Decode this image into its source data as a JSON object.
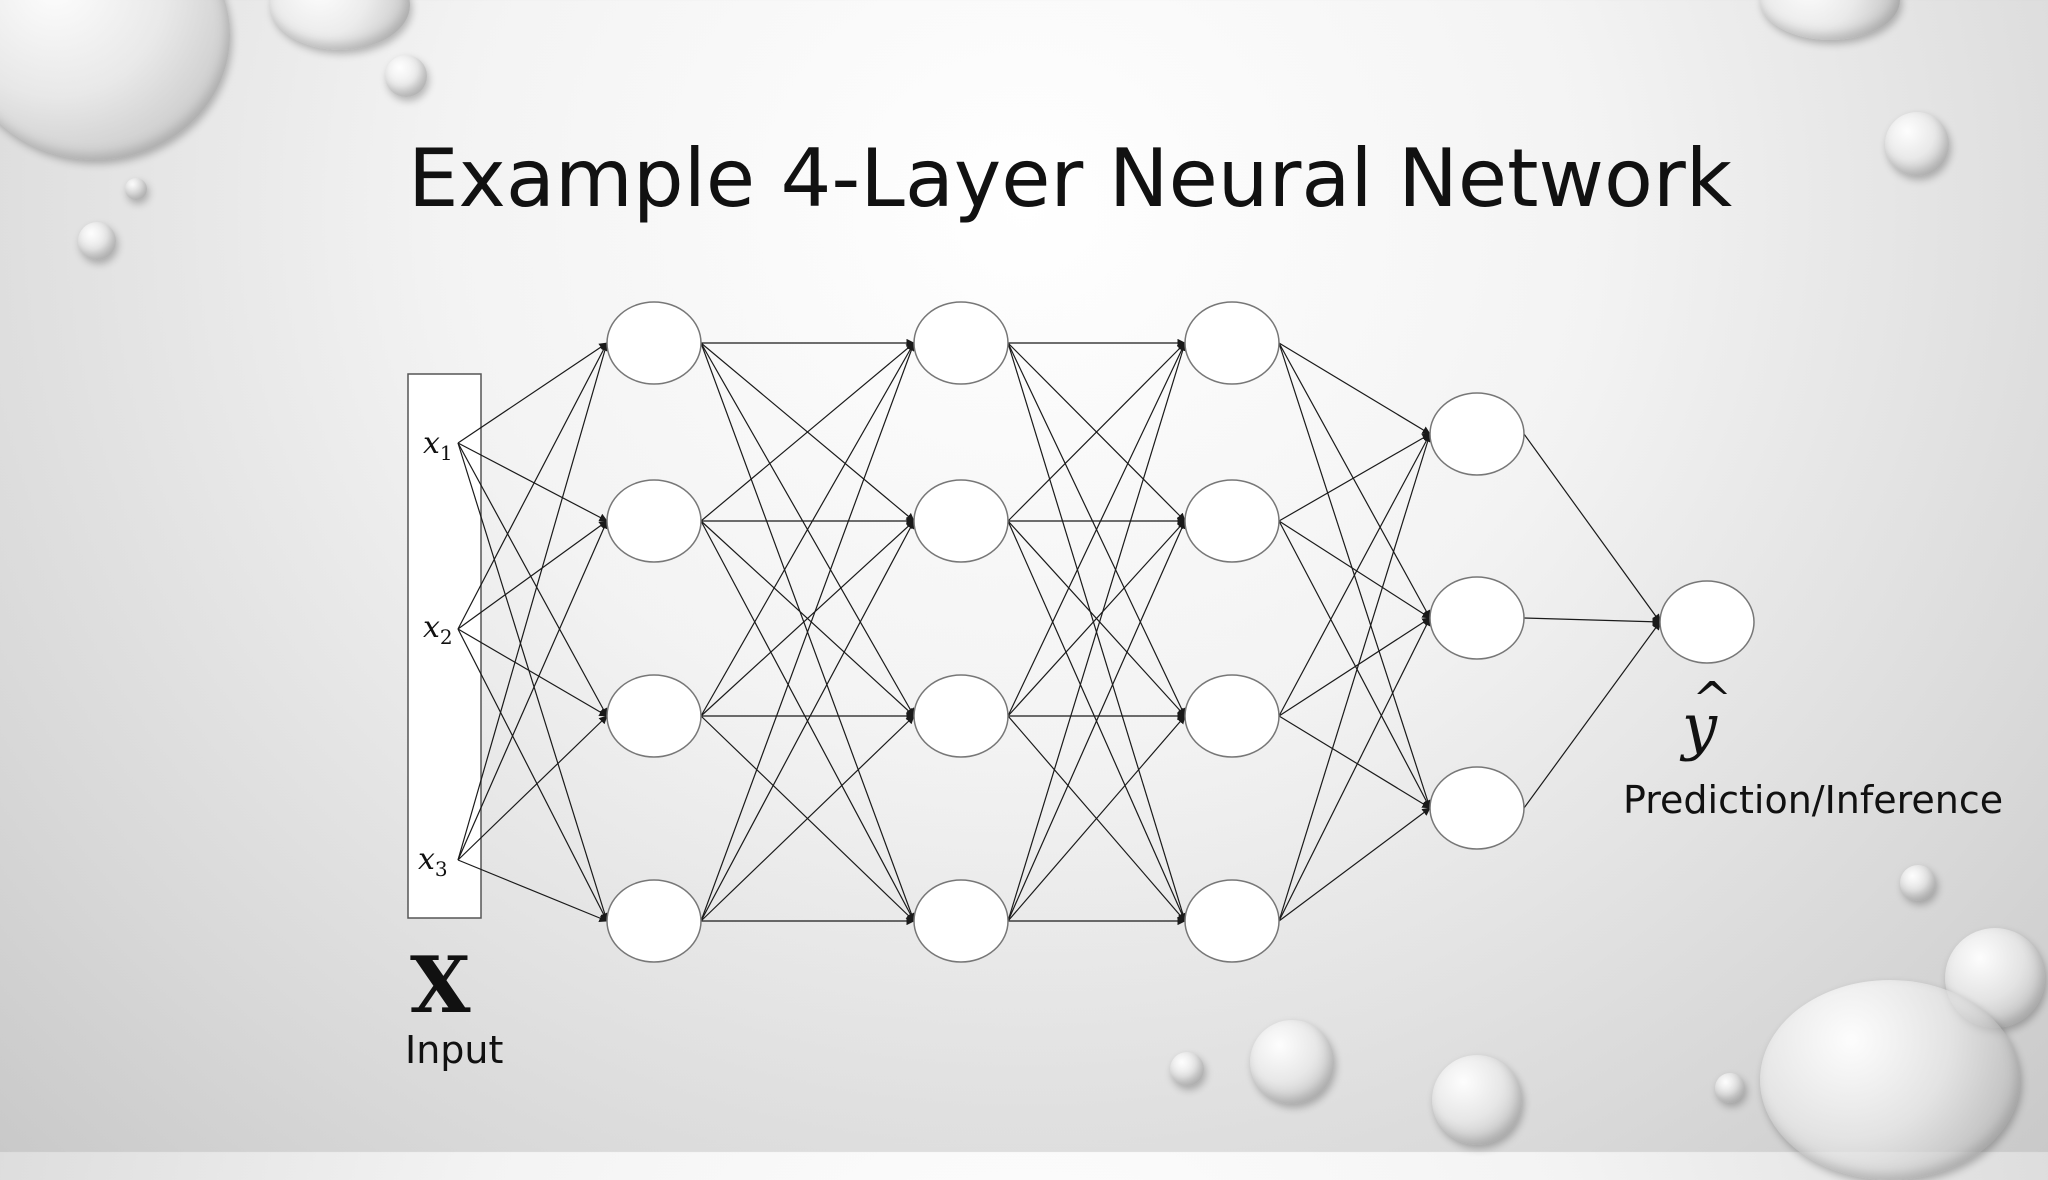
{
  "slide": {
    "title": "Example 4-Layer Neural Network"
  },
  "input": {
    "symbol": "X",
    "caption": "Input",
    "variables": [
      {
        "base": "x",
        "sub": "1"
      },
      {
        "base": "x",
        "sub": "2"
      },
      {
        "base": "x",
        "sub": "3"
      }
    ]
  },
  "output": {
    "symbol": "y",
    "hat": "^",
    "caption": "Prediction/Inference"
  },
  "network": {
    "layer_sizes": [
      3,
      4,
      4,
      4,
      3,
      1
    ],
    "edges": "fully-connected"
  },
  "colors": {
    "node_fill": "#ffffff",
    "node_stroke": "#777777",
    "edge": "#1a1a1a",
    "text": "#111111"
  }
}
